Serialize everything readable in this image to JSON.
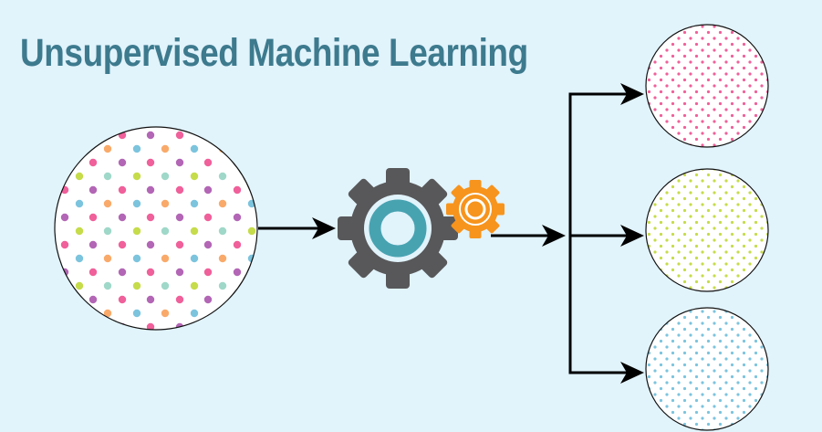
{
  "title": "Unsupervised Machine Learning",
  "colors": {
    "background": "#e1f3fb",
    "title": "#3d7a8e",
    "gear_main": "#58585a",
    "gear_ring": "#48a3b1",
    "gear_small": "#f7941d",
    "cluster_pink": "#f0609a",
    "cluster_green": "#c6dc4a",
    "cluster_blue": "#7cc4de",
    "purple": "#b366b5",
    "orange": "#f9aa6a",
    "teal": "#9fd8c8"
  },
  "icons": [
    "input-data-circle",
    "gear-icon",
    "small-gear-icon",
    "arrow-icon",
    "cluster-circle"
  ]
}
